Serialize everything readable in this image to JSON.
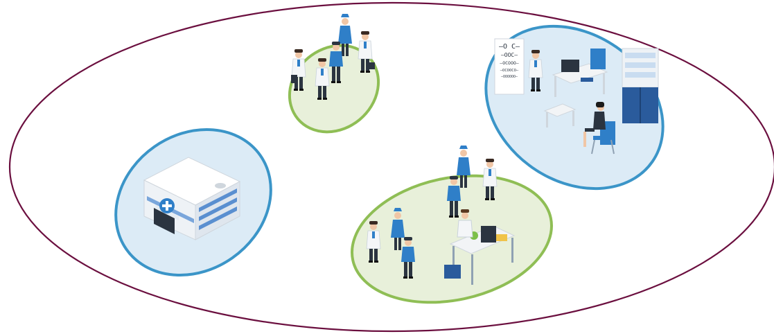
{
  "colors": {
    "outer_boundary": "#6b0f3f",
    "blue_cluster_fill": "#dcebf6",
    "blue_cluster_stroke": "#3b95c8",
    "green_cluster_fill": "#e8f0da",
    "green_cluster_stroke": "#8fbe55",
    "uniform_blue": "#2f7fc8",
    "coat_white": "#f4f6f8",
    "trousers_dark": "#2b3440",
    "furniture_white": "#f2f4f6",
    "cabinet_blue": "#2a5b9c"
  },
  "clusters": [
    {
      "id": "hospital",
      "kind": "blue",
      "icon": "hospital-building-icon"
    },
    {
      "id": "staff-group",
      "kind": "green",
      "icon": "medical-staff-group-icon"
    },
    {
      "id": "eye-clinic",
      "kind": "blue",
      "icon": "eye-exam-room-icon"
    },
    {
      "id": "doctor-office",
      "kind": "green",
      "icon": "doctor-office-with-staff-icon"
    }
  ],
  "eye_chart_rows": [
    "–O C–",
    "–OOC–",
    "–OCOOO–",
    "–OCOOCO–",
    "–OOOOOO–"
  ]
}
